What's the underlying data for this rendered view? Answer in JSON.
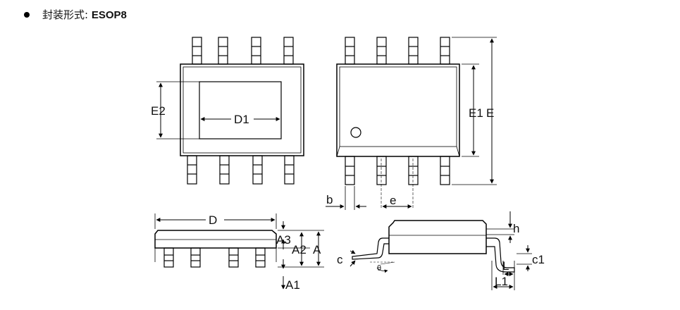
{
  "header": {
    "prefix": "封装形式: ",
    "package": "ESOP8"
  },
  "labels": {
    "E2": "E2",
    "D1": "D1",
    "E1": "E1",
    "E": "E",
    "b": "b",
    "e": "e",
    "D": "D",
    "A3": "A3",
    "A2": "A2",
    "A": "A",
    "A1": "A1",
    "h": "h",
    "c": "c",
    "theta": "θ",
    "c1": "c1",
    "L": "L",
    "L1": "L1"
  }
}
